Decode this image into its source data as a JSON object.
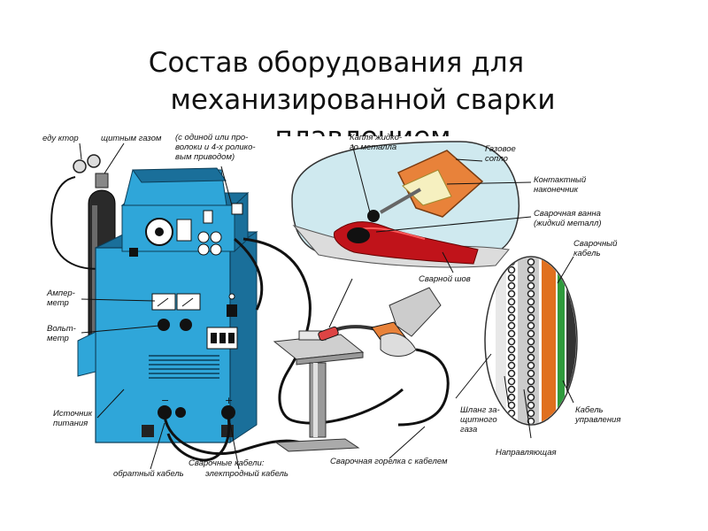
{
  "title": {
    "line1": "Состав оборудования для",
    "line2": "механизированной сварки",
    "line3": "плавлением"
  },
  "labels": {
    "reducer": "еду ктор",
    "shielding_gas": "щитным газом",
    "feeder": "(с одиной или про-\nволоки и 4-х ролико-\nвым приводом)",
    "droplet": "Капля жидко-\nго металла",
    "gas_nozzle": "Газовое\nсопло",
    "contact_tip": "Контактный\nнаконечник",
    "weld_pool": "Сварочная ванна\n(жидкий металл)",
    "weld_cable": "Сварочный\nкабель",
    "weld_seam": "Сварной шов",
    "ammeter": "Ампер-\nметр",
    "voltmeter": "Вольт-\nметр",
    "power_source": "Источник\nпитания",
    "gas_hose": "Шланг за-\nщитного\nгаза",
    "control_cable": "Кабель\nуправления",
    "guide": "Направляющая",
    "welding_cables": "Сварочные кабели:",
    "return_cable": "обратный кабель",
    "electrode_cable": "электродный кабель",
    "torch_with_cable": "Сварочная горелка с кабелем"
  },
  "colors": {
    "machine_blue": "#2fa6d9",
    "machine_dark": "#1a6f9a",
    "nozzle_orange": "#e8823a",
    "seam_red": "#c0131a",
    "pool_bg": "#cfe9ef",
    "cable_orange": "#e0701f",
    "cable_green": "#2e9a3c"
  }
}
